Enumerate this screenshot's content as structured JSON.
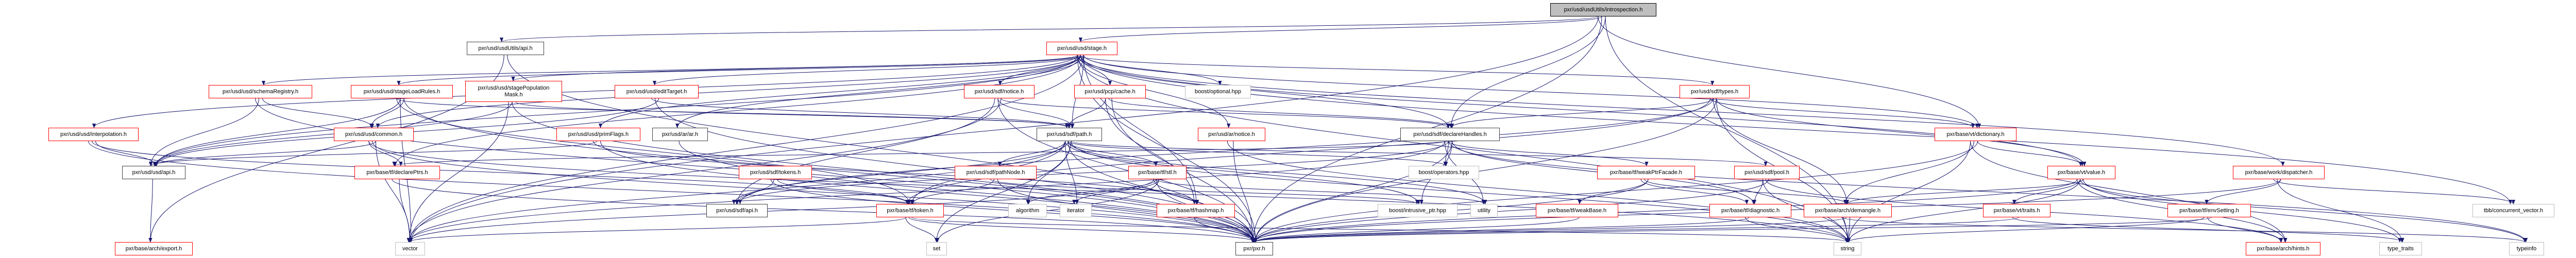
{
  "colors": {
    "edge": "#191970",
    "linked_border": "#ff0000",
    "documented_border": "#404040",
    "external_border": "#bfbfbf",
    "root_fill": "#bfbfbf"
  },
  "nodes": [
    {
      "id": "intro",
      "label": "pxr/usd/usdUtils/introspection.h",
      "kind": "root"
    },
    {
      "id": "uapi",
      "label": "pxr/usd/usdUtils/api.h",
      "kind": "black"
    },
    {
      "id": "stage",
      "label": "pxr/usd/usd/stage.h",
      "kind": "red"
    },
    {
      "id": "schemaReg",
      "label": "pxr/usd/usd/schemaRegistry.h",
      "kind": "red"
    },
    {
      "id": "loadRules",
      "label": "pxr/usd/usd/stageLoadRules.h",
      "kind": "red"
    },
    {
      "id": "popMask",
      "label": "pxr/usd/usd/stagePopulation\nMask.h",
      "kind": "red"
    },
    {
      "id": "editTarget",
      "label": "pxr/usd/usd/editTarget.h",
      "kind": "red"
    },
    {
      "id": "sdfNotice",
      "label": "pxr/usd/sdf/notice.h",
      "kind": "red"
    },
    {
      "id": "pcpCache",
      "label": "pxr/usd/pcp/cache.h",
      "kind": "red"
    },
    {
      "id": "optional",
      "label": "boost/optional.hpp",
      "kind": "gray"
    },
    {
      "id": "sdfTypes",
      "label": "pxr/usd/sdf/types.h",
      "kind": "red"
    },
    {
      "id": "interp",
      "label": "pxr/usd/usd/interpolation.h",
      "kind": "red"
    },
    {
      "id": "common",
      "label": "pxr/usd/usd/common.h",
      "kind": "red"
    },
    {
      "id": "primFlags",
      "label": "pxr/usd/usd/primFlags.h",
      "kind": "red"
    },
    {
      "id": "arar",
      "label": "pxr/usd/ar/ar.h",
      "kind": "black"
    },
    {
      "id": "sdfPath",
      "label": "pxr/usd/sdf/path.h",
      "kind": "black"
    },
    {
      "id": "arNotice",
      "label": "pxr/usd/ar/notice.h",
      "kind": "red"
    },
    {
      "id": "declHandles",
      "label": "pxr/usd/sdf/declareHandles.h",
      "kind": "black"
    },
    {
      "id": "dictionary",
      "label": "pxr/base/vt/dictionary.h",
      "kind": "red"
    },
    {
      "id": "usdApi",
      "label": "pxr/usd/usd/api.h",
      "kind": "black"
    },
    {
      "id": "declPtrs",
      "label": "pxr/base/tf/declarePtrs.h",
      "kind": "red"
    },
    {
      "id": "sdfTokens",
      "label": "pxr/usd/sdf/tokens.h",
      "kind": "red"
    },
    {
      "id": "pathNode",
      "label": "pxr/usd/sdf/pathNode.h",
      "kind": "red"
    },
    {
      "id": "stl",
      "label": "pxr/base/tf/stl.h",
      "kind": "red"
    },
    {
      "id": "operators",
      "label": "boost/operators.hpp",
      "kind": "gray"
    },
    {
      "id": "weakPtrFacade",
      "label": "pxr/base/tf/weakPtrFacade.h",
      "kind": "red"
    },
    {
      "id": "sdfPool",
      "label": "pxr/usd/sdf/pool.h",
      "kind": "red"
    },
    {
      "id": "value",
      "label": "pxr/base/vt/value.h",
      "kind": "red"
    },
    {
      "id": "dispatcher",
      "label": "pxr/base/work/dispatcher.h",
      "kind": "red"
    },
    {
      "id": "sdfApi",
      "label": "pxr/usd/sdf/api.h",
      "kind": "black"
    },
    {
      "id": "token",
      "label": "pxr/base/tf/token.h",
      "kind": "red"
    },
    {
      "id": "algorithm",
      "label": "algorithm",
      "kind": "gray"
    },
    {
      "id": "iterator",
      "label": "iterator",
      "kind": "gray"
    },
    {
      "id": "hashmap",
      "label": "pxr/base/tf/hashmap.h",
      "kind": "red"
    },
    {
      "id": "intrusive",
      "label": "boost/intrusive_ptr.hpp",
      "kind": "gray"
    },
    {
      "id": "utility",
      "label": "utility",
      "kind": "gray"
    },
    {
      "id": "weakBase",
      "label": "pxr/base/tf/weakBase.h",
      "kind": "red"
    },
    {
      "id": "diagnostic",
      "label": "pxr/base/tf/diagnostic.h",
      "kind": "red"
    },
    {
      "id": "demangle",
      "label": "pxr/base/arch/demangle.h",
      "kind": "red"
    },
    {
      "id": "traits",
      "label": "pxr/base/vt/traits.h",
      "kind": "red"
    },
    {
      "id": "envSetting",
      "label": "pxr/base/tf/envSetting.h",
      "kind": "red"
    },
    {
      "id": "concVec",
      "label": "tbb/concurrent_vector.h",
      "kind": "gray"
    },
    {
      "id": "export",
      "label": "pxr/base/arch/export.h",
      "kind": "red"
    },
    {
      "id": "vector",
      "label": "vector",
      "kind": "gray"
    },
    {
      "id": "set",
      "label": "set",
      "kind": "gray"
    },
    {
      "id": "pxr",
      "label": "pxr/pxr.h",
      "kind": "black"
    },
    {
      "id": "string",
      "label": "string",
      "kind": "gray"
    },
    {
      "id": "hints",
      "label": "pxr/base/arch/hints.h",
      "kind": "red"
    },
    {
      "id": "typeTraits",
      "label": "type_traits",
      "kind": "gray"
    },
    {
      "id": "typeinfo",
      "label": "typeinfo",
      "kind": "gray"
    }
  ],
  "edges": [
    [
      "intro",
      "uapi"
    ],
    [
      "intro",
      "stage"
    ],
    [
      "intro",
      "declHandles"
    ],
    [
      "intro",
      "dictionary"
    ],
    [
      "intro",
      "pxr"
    ],
    [
      "intro",
      "string"
    ],
    [
      "intro",
      "vector"
    ],
    [
      "uapi",
      "export"
    ],
    [
      "uapi",
      "pxr"
    ],
    [
      "stage",
      "usdApi"
    ],
    [
      "stage",
      "common"
    ],
    [
      "stage",
      "editTarget"
    ],
    [
      "stage",
      "interp"
    ],
    [
      "stage",
      "schemaReg"
    ],
    [
      "stage",
      "loadRules"
    ],
    [
      "stage",
      "popMask"
    ],
    [
      "stage",
      "primFlags"
    ],
    [
      "stage",
      "arar"
    ],
    [
      "stage",
      "declHandles"
    ],
    [
      "stage",
      "sdfNotice"
    ],
    [
      "stage",
      "sdfPath"
    ],
    [
      "stage",
      "sdfTypes"
    ],
    [
      "stage",
      "pcpCache"
    ],
    [
      "stage",
      "optional"
    ],
    [
      "stage",
      "arNotice"
    ],
    [
      "stage",
      "value"
    ],
    [
      "stage",
      "dictionary"
    ],
    [
      "stage",
      "dispatcher"
    ],
    [
      "stage",
      "declPtrs"
    ],
    [
      "stage",
      "hashmap"
    ],
    [
      "stage",
      "pxr"
    ],
    [
      "stage",
      "concVec"
    ],
    [
      "stage",
      "vector"
    ],
    [
      "stage",
      "string"
    ],
    [
      "schemaReg",
      "usdApi"
    ],
    [
      "schemaReg",
      "common"
    ],
    [
      "schemaReg",
      "pxr"
    ],
    [
      "loadRules",
      "usdApi"
    ],
    [
      "loadRules",
      "common"
    ],
    [
      "loadRules",
      "sdfPath"
    ],
    [
      "loadRules",
      "vector"
    ],
    [
      "loadRules",
      "pxr"
    ],
    [
      "loadRules",
      "token"
    ],
    [
      "popMask",
      "usdApi"
    ],
    [
      "popMask",
      "sdfPath"
    ],
    [
      "popMask",
      "vector"
    ],
    [
      "popMask",
      "pxr"
    ],
    [
      "editTarget",
      "usdApi"
    ],
    [
      "editTarget",
      "sdfPath"
    ],
    [
      "editTarget",
      "pxr"
    ],
    [
      "interp",
      "usdApi"
    ],
    [
      "interp",
      "pxr"
    ],
    [
      "interp",
      "token"
    ],
    [
      "common",
      "usdApi"
    ],
    [
      "common",
      "declPtrs"
    ],
    [
      "common",
      "pxr"
    ],
    [
      "common",
      "vector"
    ],
    [
      "common",
      "string"
    ],
    [
      "primFlags",
      "usdApi"
    ],
    [
      "primFlags",
      "pxr"
    ],
    [
      "primFlags",
      "hashmap"
    ],
    [
      "sdfNotice",
      "sdfPath"
    ],
    [
      "sdfNotice",
      "declHandles"
    ],
    [
      "sdfNotice",
      "sdfApi"
    ],
    [
      "sdfNotice",
      "pxr"
    ],
    [
      "sdfNotice",
      "vector"
    ],
    [
      "pcpCache",
      "sdfPath"
    ],
    [
      "pcpCache",
      "declHandles"
    ],
    [
      "pcpCache",
      "pxr"
    ],
    [
      "pcpCache",
      "hashmap"
    ],
    [
      "sdfTypes",
      "declHandles"
    ],
    [
      "sdfTypes",
      "value"
    ],
    [
      "sdfTypes",
      "dictionary"
    ],
    [
      "sdfTypes",
      "sdfApi"
    ],
    [
      "sdfTypes",
      "pxr"
    ],
    [
      "sdfTypes",
      "token"
    ],
    [
      "sdfTypes",
      "demangle"
    ],
    [
      "sdfTypes",
      "string"
    ],
    [
      "sdfPath",
      "pathNode"
    ],
    [
      "sdfPath",
      "stl"
    ],
    [
      "sdfPath",
      "algorithm"
    ],
    [
      "sdfPath",
      "iterator"
    ],
    [
      "sdfPath",
      "pxr"
    ],
    [
      "sdfPath",
      "set"
    ],
    [
      "sdfPath",
      "token"
    ],
    [
      "sdfPath",
      "sdfApi"
    ],
    [
      "sdfPath",
      "sdfPool"
    ],
    [
      "sdfPath",
      "intrusive"
    ],
    [
      "sdfPath",
      "utility"
    ],
    [
      "sdfPath",
      "string"
    ],
    [
      "sdfPath",
      "vector"
    ],
    [
      "sdfPath",
      "operators"
    ],
    [
      "arNotice",
      "pxr"
    ],
    [
      "arNotice",
      "string"
    ],
    [
      "declHandles",
      "operators"
    ],
    [
      "declHandles",
      "intrusive"
    ],
    [
      "declHandles",
      "utility"
    ],
    [
      "declHandles",
      "weakPtrFacade"
    ],
    [
      "declHandles",
      "diagnostic"
    ],
    [
      "declHandles",
      "declPtrs"
    ],
    [
      "declHandles",
      "sdfApi"
    ],
    [
      "declHandles",
      "pxr"
    ],
    [
      "declHandles",
      "vector"
    ],
    [
      "declHandles",
      "typeinfo"
    ],
    [
      "dictionary",
      "value"
    ],
    [
      "dictionary",
      "string"
    ],
    [
      "dictionary",
      "demangle"
    ],
    [
      "dictionary",
      "pxr"
    ],
    [
      "dictionary",
      "hints"
    ],
    [
      "usdApi",
      "export"
    ],
    [
      "declPtrs",
      "vector"
    ],
    [
      "declPtrs",
      "pxr"
    ],
    [
      "sdfTokens",
      "sdfApi"
    ],
    [
      "sdfTokens",
      "token"
    ],
    [
      "sdfTokens",
      "pxr"
    ],
    [
      "pathNode",
      "token"
    ],
    [
      "pathNode",
      "pxr"
    ],
    [
      "pathNode",
      "intrusive"
    ],
    [
      "stl",
      "algorithm"
    ],
    [
      "stl",
      "iterator"
    ],
    [
      "stl",
      "hashmap"
    ],
    [
      "stl",
      "pxr"
    ],
    [
      "stl",
      "set"
    ],
    [
      "stl",
      "vector"
    ],
    [
      "stl",
      "utility"
    ],
    [
      "weakPtrFacade",
      "weakBase"
    ],
    [
      "weakPtrFacade",
      "diagnostic"
    ],
    [
      "weakPtrFacade",
      "demangle"
    ],
    [
      "weakPtrFacade",
      "pxr"
    ],
    [
      "sdfPool",
      "diagnostic"
    ],
    [
      "sdfPool",
      "hints"
    ],
    [
      "sdfPool",
      "pxr"
    ],
    [
      "sdfPool",
      "string"
    ],
    [
      "value",
      "traits"
    ],
    [
      "value",
      "demangle"
    ],
    [
      "value",
      "hints"
    ],
    [
      "value",
      "typeinfo"
    ],
    [
      "value",
      "typeTraits"
    ],
    [
      "value",
      "pxr"
    ],
    [
      "value",
      "string"
    ],
    [
      "dispatcher",
      "envSetting"
    ],
    [
      "dispatcher",
      "concVec"
    ],
    [
      "dispatcher",
      "typeTraits"
    ],
    [
      "dispatcher",
      "pxr"
    ],
    [
      "token",
      "set"
    ],
    [
      "token",
      "pxr"
    ],
    [
      "token",
      "string"
    ],
    [
      "token",
      "vector"
    ],
    [
      "hashmap",
      "pxr"
    ],
    [
      "weakBase",
      "pxr"
    ],
    [
      "diagnostic",
      "string"
    ],
    [
      "diagnostic",
      "pxr"
    ],
    [
      "demangle",
      "string"
    ],
    [
      "demangle",
      "typeinfo"
    ],
    [
      "demangle",
      "pxr"
    ],
    [
      "traits",
      "pxr"
    ],
    [
      "traits",
      "typeTraits"
    ],
    [
      "envSetting",
      "hints"
    ],
    [
      "envSetting",
      "pxr"
    ],
    [
      "envSetting",
      "string"
    ],
    [
      "arar",
      "pxr"
    ]
  ]
}
